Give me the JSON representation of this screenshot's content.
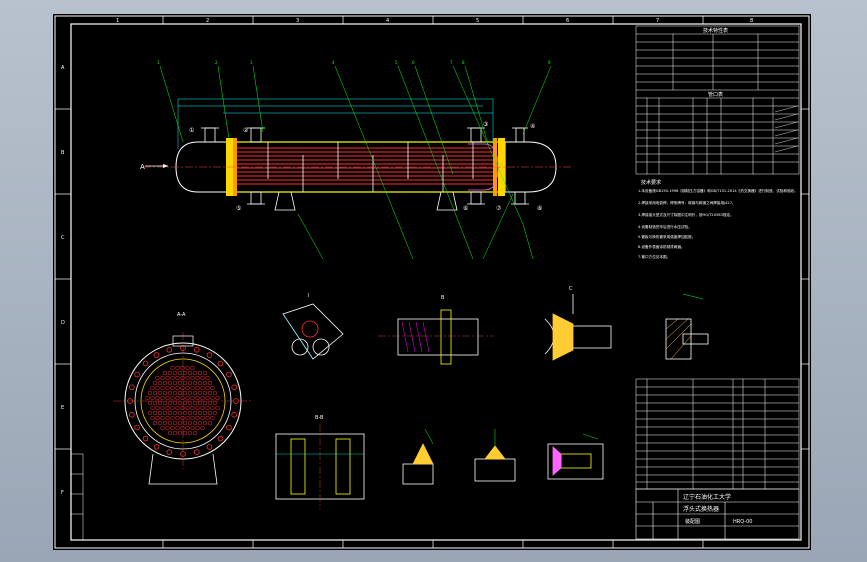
{
  "drawing": {
    "border_columns": [
      "1",
      "2",
      "3",
      "4",
      "5",
      "6",
      "7",
      "8"
    ],
    "border_rows": [
      "A",
      "B",
      "C",
      "D",
      "E",
      "F"
    ],
    "view_arrow_label": "A",
    "nozzle_tags": [
      "①",
      "②",
      "③",
      "④",
      "⑤",
      "⑥",
      "⑦",
      "⑧"
    ]
  },
  "tables": {
    "tech_title": "技术特性表",
    "nozzle_title": "管口表",
    "notes_title": "技术要求",
    "notes": [
      "1.本设备按GB150-1998《钢制压力容器》和GB/T151-2014《热交换器》进行制造、试验和验收。",
      "2.焊接采用电弧焊，焊条牌号：碳钢与碳钢之间焊接用J427。",
      "3.焊接接头型式及尺寸除图中注明外，按HG/T20583规定。",
      "4.设备制造完毕后进行水压试验。",
      "5.管板与换热管采用强度焊加贴胀。",
      "6.设备外表面涂防锈漆两遍。",
      "7.管口方位见本图。"
    ]
  },
  "title_block": {
    "school": "辽宁石油化工大学",
    "title": "浮头式换热器",
    "subtitle": "装配图",
    "drawing_no": "HRQ-00"
  },
  "colors": {
    "sheet": "#000000",
    "frame": "#ffffff",
    "shell": "#ffff00",
    "tubes": "#ff3030",
    "flange": "#ffd700",
    "leader": "#00ff00",
    "dim": "#00ffff",
    "hatch": "#ff00ff"
  }
}
